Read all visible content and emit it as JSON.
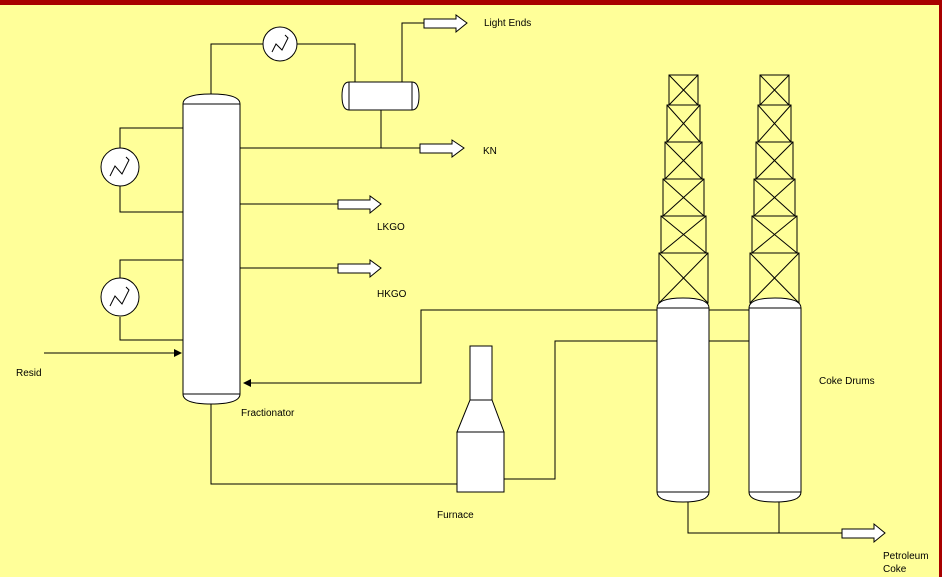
{
  "labels": {
    "light_ends": "Light Ends",
    "kn": "KN",
    "lkgo": "LKGO",
    "hkgo": "HKGO",
    "resid": "Resid",
    "fractionator": "Fractionator",
    "furnace": "Furnace",
    "coke_drums": "Coke Drums",
    "petroleum_coke_line1": "Petroleum",
    "petroleum_coke_line2": "Coke"
  },
  "colors": {
    "background": "#ffff99",
    "border": "#a80000",
    "equipment_fill": "#ffffff",
    "line": "#000000"
  }
}
